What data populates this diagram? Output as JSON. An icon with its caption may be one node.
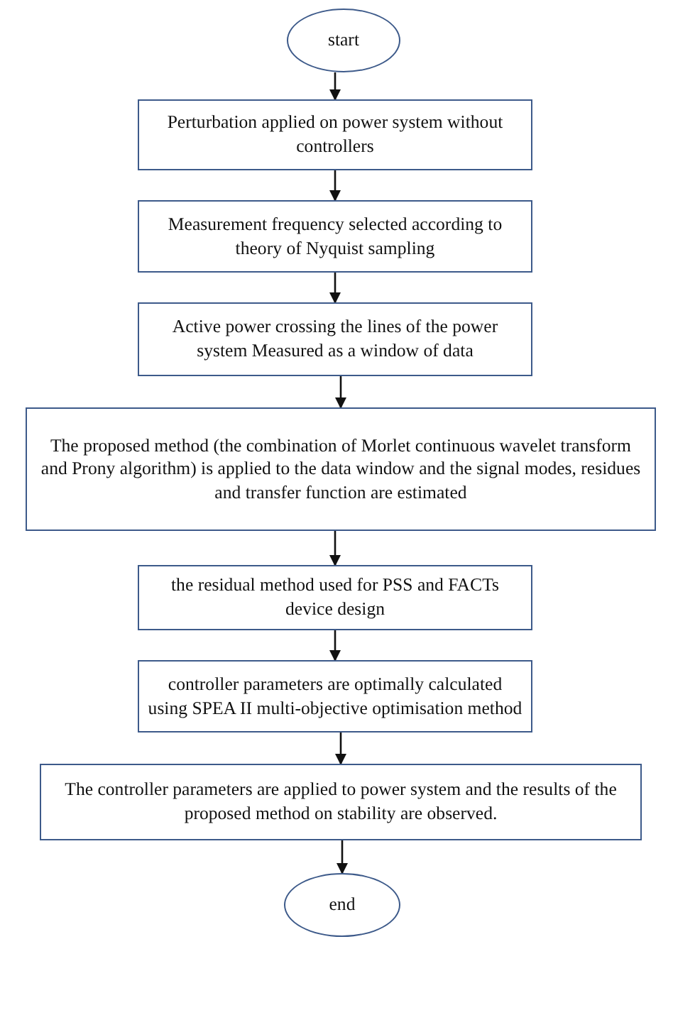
{
  "diagram": {
    "nodes": [
      {
        "text": [
          "start"
        ]
      },
      {
        "text": [
          "Perturbation applied on power system without controllers"
        ]
      },
      {
        "text": [
          "Measurement frequency selected according to theory of Nyquist sampling"
        ]
      },
      {
        "text": [
          "Active power crossing the lines of the power system Measured as a window of data"
        ]
      },
      {
        "text": [
          "The proposed method (the combination of Morlet continuous wavelet transform and Prony algorithm) is applied to the data window and the signal modes, residues and transfer function are estimated"
        ]
      },
      {
        "text": [
          "the residual method used for PSS and FACTs device design"
        ]
      },
      {
        "text": [
          "controller parameters are optimally calculated using SPEA II  multi-objective optimisation method"
        ]
      },
      {
        "text": [
          "The controller parameters are applied to power system and the results of the proposed method on stability are observed."
        ]
      },
      {
        "text": [
          "end"
        ]
      }
    ],
    "edges": [
      {
        "from": 0,
        "to": 1,
        "arrow": "to"
      },
      {
        "from": 1,
        "to": 2,
        "arrow": "to"
      },
      {
        "from": 2,
        "to": 3,
        "arrow": "to"
      },
      {
        "from": 3,
        "to": 4,
        "arrow": "to"
      },
      {
        "from": 4,
        "to": 5,
        "arrow": "to"
      },
      {
        "from": 5,
        "to": 6,
        "arrow": "to"
      },
      {
        "from": 6,
        "to": 7,
        "arrow": "to"
      },
      {
        "from": 7,
        "to": 8,
        "arrow": "to"
      }
    ]
  }
}
